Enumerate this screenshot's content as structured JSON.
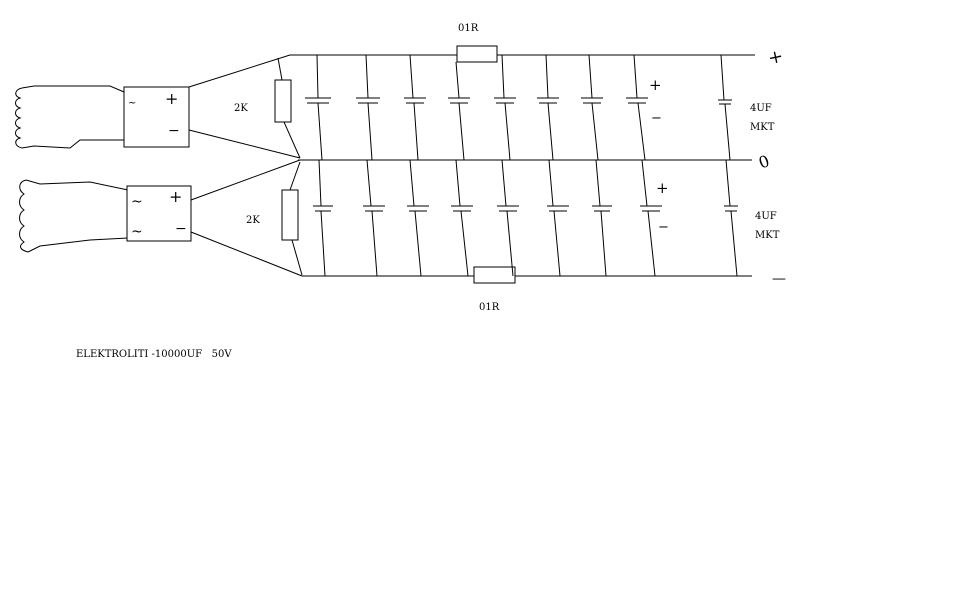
{
  "diagram": {
    "resistor_top_label": "01R",
    "resistor_bottom_label": "01R",
    "resistor_upper_2k_label": "2K",
    "resistor_lower_2k_label": "2K",
    "cap_top_value": "4UF",
    "cap_top_type": "MKT",
    "cap_bottom_value": "4UF",
    "cap_bottom_type": "MKT",
    "electrolytic_note": "ELEKTROLITI -10000UF   50V",
    "rail_positive_mark": "+",
    "rail_ground_mark": "0",
    "rail_negative_mark": "—",
    "rectifier_ac_symbol": "~",
    "rectifier_plus": "+",
    "rectifier_minus": "−",
    "cap_plus": "+",
    "cap_minus": "−"
  }
}
